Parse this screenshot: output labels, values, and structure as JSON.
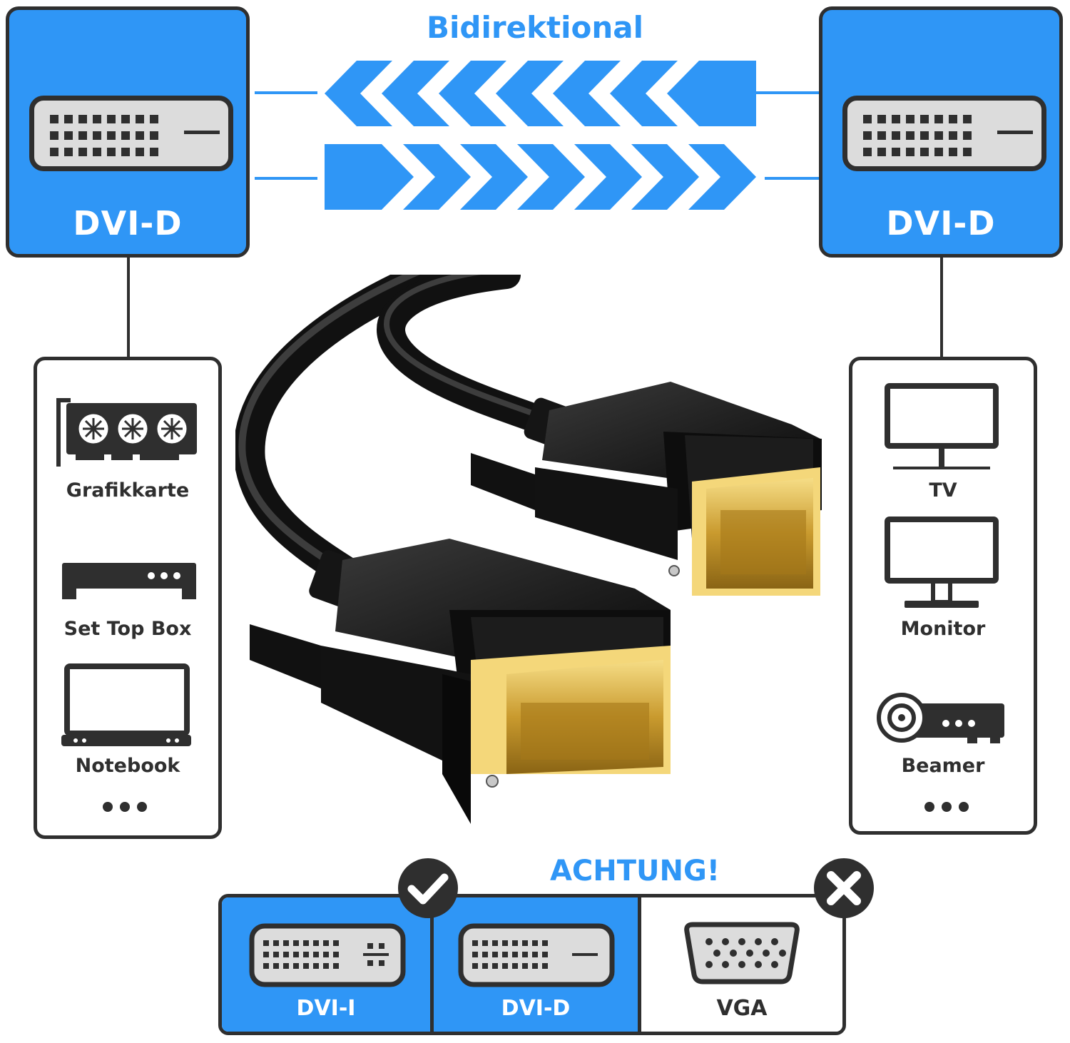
{
  "header": {
    "title": "Bidirektional",
    "accent": "#2f96f6",
    "dark": "#2f2f2f"
  },
  "left_connector": {
    "label": "DVI-D"
  },
  "right_connector": {
    "label": "DVI-D"
  },
  "left_devices": {
    "items": [
      {
        "label": "Grafikkarte",
        "icon": "graphics-card-icon"
      },
      {
        "label": "Set Top Box",
        "icon": "set-top-box-icon"
      },
      {
        "label": "Notebook",
        "icon": "notebook-icon"
      }
    ],
    "more": "more-icon"
  },
  "right_devices": {
    "items": [
      {
        "label": "TV",
        "icon": "tv-icon"
      },
      {
        "label": "Monitor",
        "icon": "monitor-icon"
      },
      {
        "label": "Beamer",
        "icon": "projector-icon"
      }
    ],
    "more": "more-icon"
  },
  "warning": {
    "title": "ACHTUNG!",
    "options": [
      {
        "label": "DVI-I",
        "compatible": true
      },
      {
        "label": "DVI-D",
        "compatible": true
      },
      {
        "label": "VGA",
        "compatible": false
      }
    ]
  }
}
